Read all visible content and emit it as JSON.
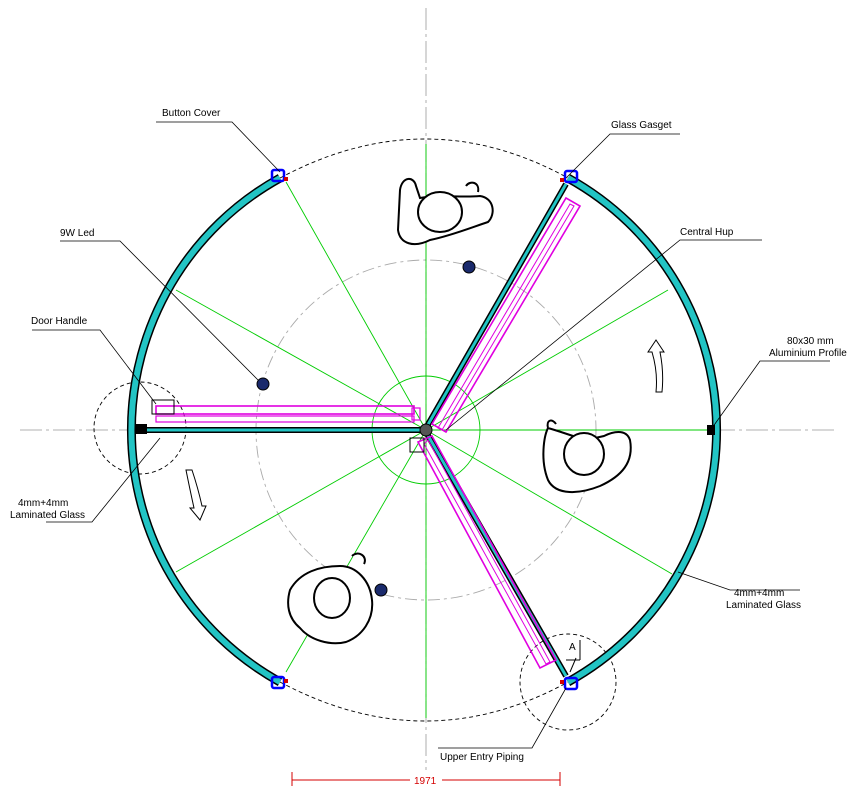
{
  "labels": {
    "button_cover": "Button Cover",
    "glass_gasget": "Glass Gasget",
    "led": "9W Led",
    "central_hup": "Central Hup",
    "door_handle": "Door Handle",
    "profile_1": "80x30 mm",
    "profile_2": "Aluminium Profile",
    "glass_left_1": "4mm+4mm",
    "glass_left_2": "Laminated Glass",
    "glass_right_1": "4mm+4mm",
    "glass_right_2": "Laminated Glass",
    "upper_entry": "Upper Entry Piping",
    "section_mark": "A",
    "dimension": "1971"
  },
  "colors": {
    "glass": "#22c4c4",
    "frame": "#0000ff",
    "partition_outline": "#e000e0",
    "radial_lines": "#00cc00",
    "dimension": "#d40000",
    "centerline": "#999999"
  }
}
